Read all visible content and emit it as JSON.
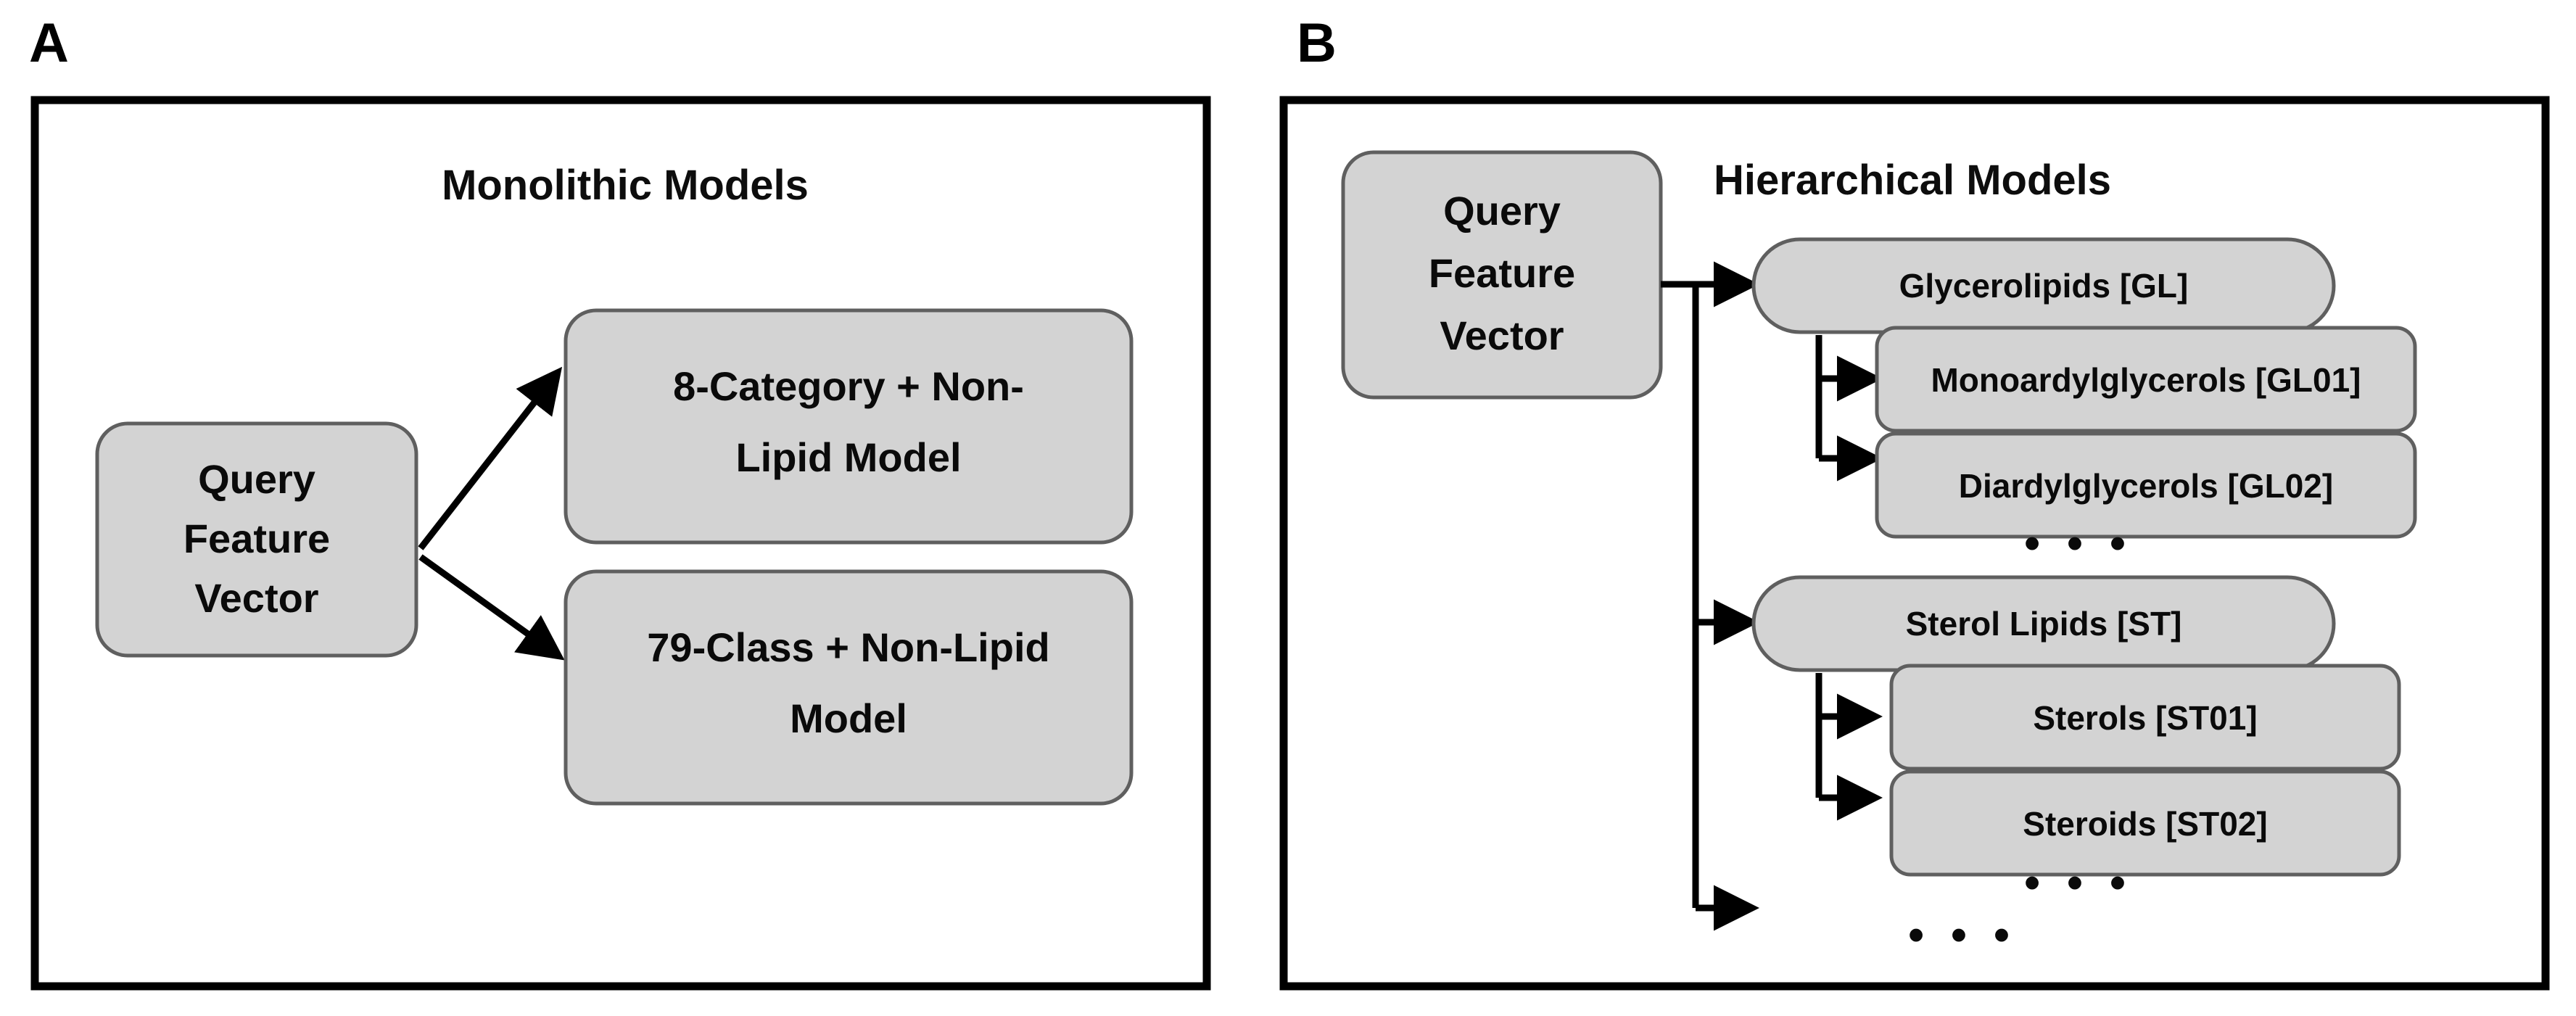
{
  "figure": {
    "background_color": "#ffffff",
    "node_fill_color": "#d3d3d3",
    "node_stroke_color": "#5f5f5f",
    "frame_color": "#000000",
    "text_color": "#0a0a0a"
  },
  "panels": [
    {
      "letter": "A",
      "title": "Monolithic Models",
      "source_node": {
        "lines": [
          "Query",
          "Feature",
          "Vector"
        ]
      },
      "targets": [
        {
          "lines": [
            "8-Category + Non-",
            "Lipid Model"
          ]
        },
        {
          "lines": [
            "79-Class + Non-Lipid",
            "Model"
          ]
        }
      ]
    },
    {
      "letter": "B",
      "title": "Hierarchical Models",
      "source_node": {
        "lines": [
          "Query",
          "Feature",
          "Vector"
        ]
      },
      "groups": [
        {
          "category": "Glycerolipids [GL]",
          "children": [
            "Monoardylglycerols [GL01]",
            "Diardylglycerols [GL02]"
          ],
          "child_ellipsis": "• • •"
        },
        {
          "category": "Sterol Lipids [ST]",
          "children": [
            "Sterols [ST01]",
            "Steroids [ST02]"
          ],
          "child_ellipsis": "• • •"
        }
      ],
      "trailing_ellipsis": "• • •"
    }
  ]
}
